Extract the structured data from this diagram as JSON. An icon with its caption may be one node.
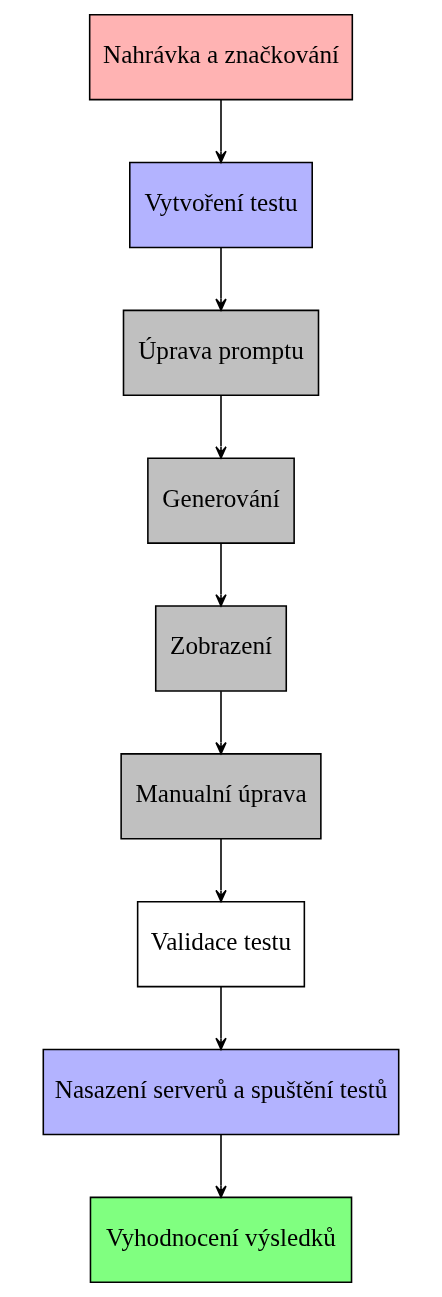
{
  "diagram": {
    "nodes": [
      {
        "text": [
          "Nahrávka a značkování"
        ]
      },
      {
        "text": [
          "Vytvoření testu"
        ]
      },
      {
        "text": [
          "Úprava promptu"
        ]
      },
      {
        "text": [
          "Generování"
        ]
      },
      {
        "text": [
          "Zobrazení"
        ]
      },
      {
        "text": [
          "Manualní úprava"
        ]
      },
      {
        "text": [
          "Validace testu"
        ]
      },
      {
        "text": [
          "Nasazení serverů a spuštění testů"
        ]
      },
      {
        "text": [
          "Vyhodnocení výsledků"
        ]
      }
    ],
    "edges": [
      {
        "from": 0,
        "to": 1,
        "arrow": "to"
      },
      {
        "from": 1,
        "to": 2,
        "arrow": "to"
      },
      {
        "from": 2,
        "to": 3,
        "arrow": "to"
      },
      {
        "from": 3,
        "to": 4,
        "arrow": "to"
      },
      {
        "from": 4,
        "to": 5,
        "arrow": "to"
      },
      {
        "from": 5,
        "to": 6,
        "arrow": "to"
      },
      {
        "from": 6,
        "to": 7,
        "arrow": "to"
      },
      {
        "from": 7,
        "to": 8,
        "arrow": "to"
      }
    ]
  }
}
